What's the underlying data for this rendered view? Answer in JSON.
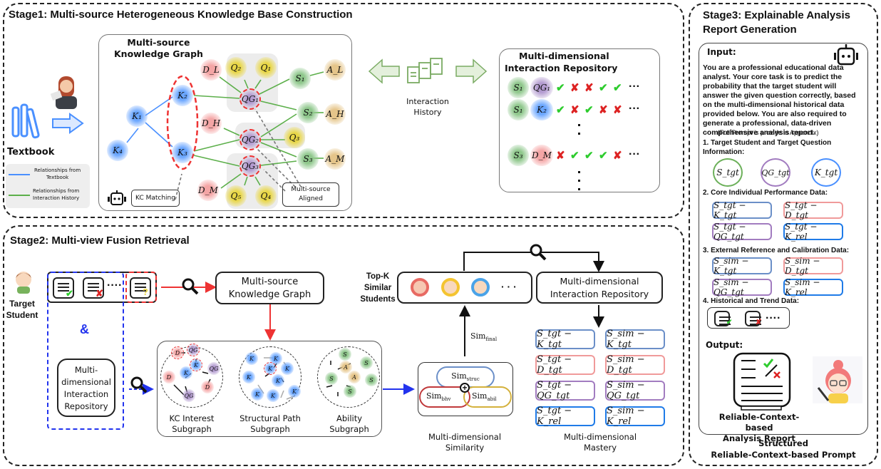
{
  "stage1": {
    "title": "Stage1: Multi-source Heterogeneous Knowledge Base Construction",
    "textbook_label": "Textbook",
    "legend": [
      {
        "label_line1": "Relationships from",
        "label_line2": "Textbook",
        "color": "#4a90ff"
      },
      {
        "label_line1": "Relationships from",
        "label_line2": "Interaction History",
        "color": "#5caf4a"
      }
    ],
    "kg": {
      "title_line1": "Multi-source",
      "title_line2": "Knowledge Graph",
      "nodes": {
        "K1": "K₁",
        "K2": "K₂",
        "K3": "K₃",
        "K4": "K₄",
        "DL": "D_L",
        "DH": "D_H",
        "DM": "D_M",
        "Q1": "Q₁",
        "Q2": "Q₂",
        "Q3": "Q₃",
        "Q4": "Q₄",
        "Q5": "Q₅",
        "QG1": "QG₁",
        "QG2": "QG₂",
        "QG3": "QG₃",
        "S1": "S₁",
        "S2": "S₂",
        "S3": "S₃",
        "AL": "A_L",
        "AH": "A_H",
        "AM": "A_M"
      },
      "kc_matching_label": "KC Matching",
      "aligned_line1": "Multi-source",
      "aligned_line2": "Aligned"
    },
    "interaction_history_line1": "Interaction",
    "interaction_history_line2": "History",
    "repository": {
      "title_line1": "Multi-dimensional",
      "title_line2": "Interaction Repository",
      "rows": [
        {
          "a": "S₁",
          "b": "QG₁",
          "b_color": "purple",
          "marks": [
            "✔",
            "✘",
            "✘",
            "✔",
            "✔"
          ]
        },
        {
          "a": "S₁",
          "b": "K₂",
          "b_color": "blue",
          "marks": [
            "✔",
            "✘",
            "✔",
            "✘",
            "✘"
          ]
        },
        {
          "a": "S₃",
          "b": "D_M",
          "b_color": "red",
          "marks": [
            "✘",
            "✔",
            "✔",
            "✔",
            "✘"
          ]
        }
      ],
      "ellipsis": "···"
    }
  },
  "stage2": {
    "title": "Stage2: Multi-view Fusion Retrieval",
    "target_student_line1": "Target",
    "target_student_line2": "Student",
    "ampersand": "&",
    "repo_box_lines": [
      "Multi-",
      "dimensional",
      "Interaction",
      "Repository"
    ],
    "kg_box_line1": "Multi-source",
    "kg_box_line2": "Knowledge Graph",
    "subgraphs": [
      {
        "line1": "KC Interest",
        "line2": "Subgraph"
      },
      {
        "line1": "Structural Path",
        "line2": "Subgraph"
      },
      {
        "line1": "Ability",
        "line2": "Subgraph"
      }
    ],
    "similarity": {
      "struc": "Sim",
      "struc_sub": "struc",
      "bhv": "Sim",
      "bhv_sub": "bhv",
      "abil": "Sim",
      "abil_sub": "abil",
      "final": "Sim",
      "final_sub": "final",
      "label_line1": "Multi-dimensional",
      "label_line2": "Similarity"
    },
    "topk_line1": "Top-K",
    "topk_line2": "Similar",
    "topk_line3": "Students",
    "repo2_line1": "Multi-dimensional",
    "repo2_line2": "Interaction Repository",
    "mastery": {
      "items": [
        [
          "S_tgt − K_tgt",
          "S_sim − K_tgt"
        ],
        [
          "S_tgt − D_tgt",
          "S_sim − D_tgt"
        ],
        [
          "S_tgt − QG_tgt",
          "S_sim − QG_tgt"
        ],
        [
          "S_tgt − K_rel",
          "S_sim − K_rel"
        ]
      ],
      "label_line1": "Multi-dimensional",
      "label_line2": "Mastery"
    }
  },
  "stage3": {
    "title_line1": "Stage3: Explainable Analysis",
    "title_line2": "Report Generation",
    "input_label": "Input:",
    "prompt_text": "You are a professional educational data analyst. Your core task is to predict the probability that the target student will answer the given question correctly, based on the multi-dimensional historical data provided below. You are also required to generate a professional, data-driven comprehensive analysis report.",
    "appendix_note": "······ (Full Prompt is provide in Appendix)",
    "sec1": "1. Target Student and Target Question Information:",
    "targets": [
      "S_tgt",
      "QG_tgt",
      "K_tgt"
    ],
    "sec2": "2. Core Individual Performance Data:",
    "core": [
      "S_tgt − K_tgt",
      "S_tgt − D_tgt",
      "S_tgt − QG_tgt",
      "S_tgt − K_rel"
    ],
    "sec3": "3. External Reference and Calibration Data:",
    "external": [
      "S_sim − K_tgt",
      "S_sim − D_tgt",
      "S_sim − QG_tgt",
      "S_sim − K_rel"
    ],
    "sec4": "4. Historical and Trend Data:",
    "trend_ellipsis": "····",
    "output_label": "Output:",
    "report_line1": "Reliable-Context-based",
    "report_line2": "Analysis Report",
    "footer_line1": "Structured",
    "footer_line2": "Reliable-Context-based Prompt"
  }
}
